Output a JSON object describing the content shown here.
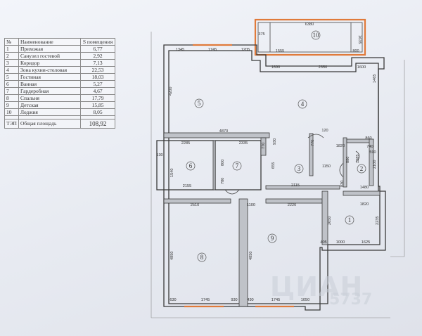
{
  "table": {
    "header_no": "№",
    "header_name": "Наименование",
    "header_area": "S помещения",
    "rows": [
      {
        "no": "1",
        "name": "Прихожая",
        "area": "6,77"
      },
      {
        "no": "2",
        "name": "Санузел гостевой",
        "area": "2,92"
      },
      {
        "no": "3",
        "name": "Коридор",
        "area": "7,13"
      },
      {
        "no": "4",
        "name": "Зона кухни-столовая",
        "area": "22,53"
      },
      {
        "no": "5",
        "name": "Гостиная",
        "area": "18,03"
      },
      {
        "no": "6",
        "name": "Ванная",
        "area": "5,27"
      },
      {
        "no": "7",
        "name": "Гардеробная",
        "area": "4,67"
      },
      {
        "no": "8",
        "name": "Спальня",
        "area": "17,79"
      },
      {
        "no": "9",
        "name": "Детская",
        "area": "15,85"
      },
      {
        "no": "10",
        "name": "Лоджия",
        "area": "8,05"
      }
    ],
    "total_code": "ТЭП",
    "total_label": "Общая площадь",
    "total_area": "108,92"
  },
  "plan": {
    "rooms": [
      "1",
      "2",
      "3",
      "4",
      "5",
      "6",
      "7",
      "8",
      "9",
      "10"
    ],
    "dims": {
      "d6380": "6380",
      "d375": "375",
      "d1635": "1635",
      "d1345": "1345",
      "d1745a": "1745",
      "d1205": "1205",
      "d1555": "1555",
      "d800": "800",
      "d1690": "1690",
      "d2350": "2350",
      "d1600": "1600",
      "d4200": "4200",
      "d1465": "1465",
      "d4870": "4870",
      "d120": "120",
      "d2285": "2285",
      "d2335": "2335",
      "d770a": "770",
      "d930": "930",
      "d860": "860",
      "d770b": "770",
      "d1820": "1820",
      "d740": "740",
      "d590": "590",
      "d130": "130",
      "d800b": "800",
      "d1540": "1540",
      "d655": "655",
      "d1150": "1150",
      "d880": "880",
      "d1285": "1285",
      "d2100": "2100",
      "d2155": "2155",
      "d780": "780",
      "d2115": "2115",
      "d830": "830",
      "d1480": "1480",
      "d2510": "2510",
      "d1100": "1100",
      "d2220": "2220",
      "d1820b": "1820",
      "d2650": "2650",
      "d2235": "2235",
      "d405": "405",
      "d1000": "1000",
      "d1625": "1625",
      "d4850a": "4850",
      "d4850b": "4850",
      "d630": "630",
      "d1745b": "1745",
      "d930b": "930",
      "d430": "430",
      "d1745c": "1745",
      "d1050": "1050"
    }
  },
  "watermark": {
    "logo": "ЦИАН",
    "id": "5737"
  },
  "colors": {
    "window": "#e07a3a",
    "wall": "#3a3a3a",
    "paper": "#eef0f5"
  }
}
